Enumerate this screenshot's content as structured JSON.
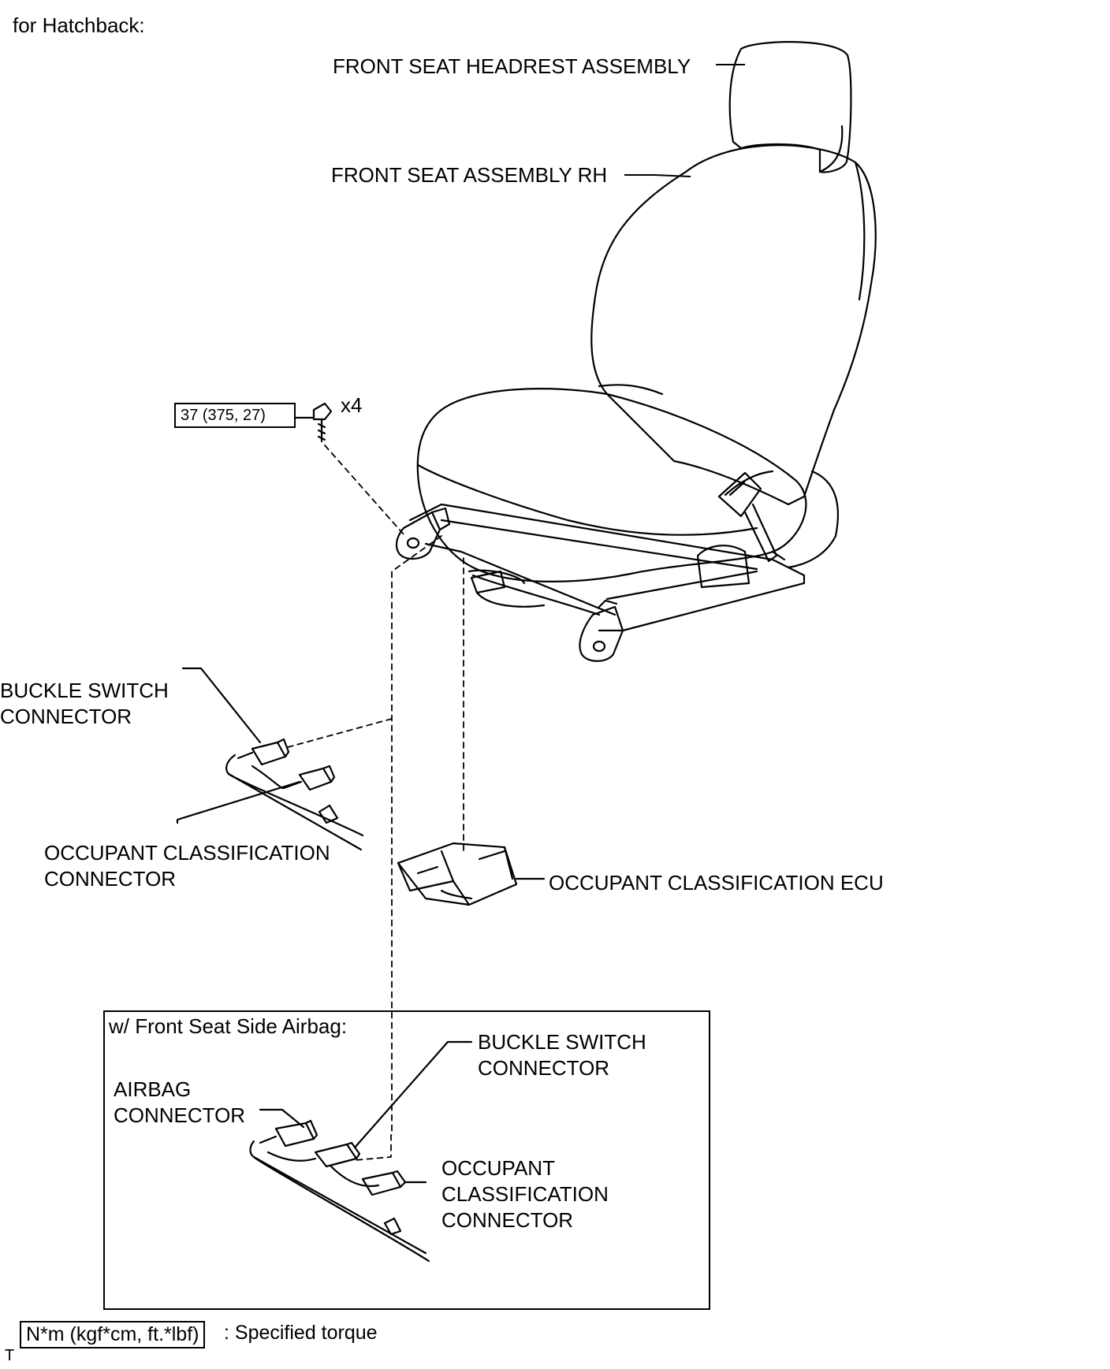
{
  "header": {
    "variant": "for Hatchback:"
  },
  "labels": {
    "headrest": "FRONT SEAT HEADREST ASSEMBLY",
    "seat": "FRONT SEAT ASSEMBLY RH",
    "bolt_qty": "x4",
    "buckle_switch_1": "BUCKLE SWITCH\nCONNECTOR",
    "occupant_conn_1": "OCCUPANT CLASSIFICATION\nCONNECTOR",
    "ecu": "OCCUPANT CLASSIFICATION ECU",
    "airbag_box_title": "w/ Front Seat Side Airbag:",
    "airbag_conn": "AIRBAG\nCONNECTOR",
    "buckle_switch_2": "BUCKLE SWITCH\nCONNECTOR",
    "occupant_conn_2": "OCCUPANT\nCLASSIFICATION\nCONNECTOR"
  },
  "torque": {
    "value": "37 (375, 27)"
  },
  "legend": {
    "unit_box": "N*m (kgf*cm, ft.*lbf)",
    "description": ": Specified torque"
  },
  "footer": {
    "mark": "T"
  }
}
